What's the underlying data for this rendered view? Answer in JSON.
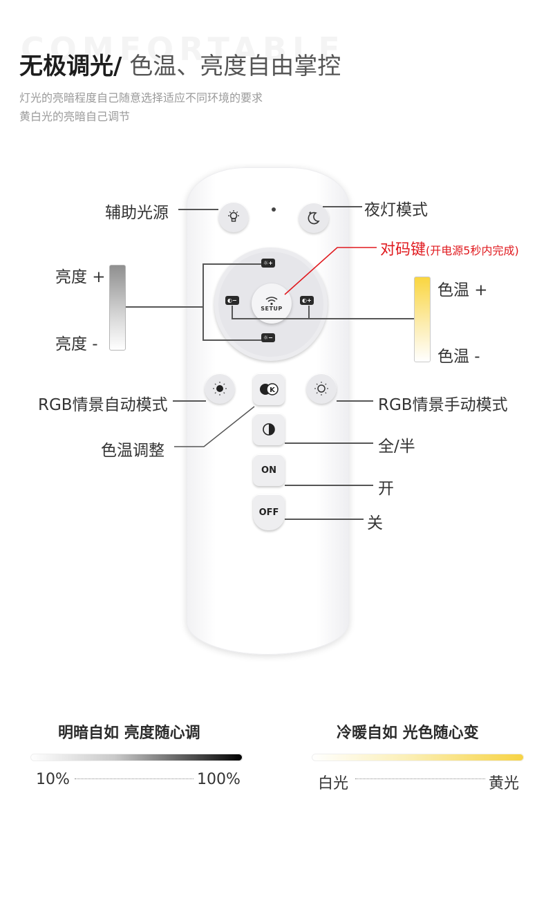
{
  "header": {
    "watermark": "COMFORTABLE",
    "title_bold": "无极调光/",
    "title_light": " 色温、亮度自由掌控",
    "subtitle_1": "灯光的亮暗程度自己随意选择适应不同环境的要求",
    "subtitle_2": "黄白光的亮暗自己调节"
  },
  "labels": {
    "aux_light": "辅助光源",
    "night_mode": "夜灯模式",
    "pairing": "对码键",
    "pairing_note": "(开电源5秒内完成)",
    "brightness_plus": "亮度 +",
    "brightness_minus": "亮度 -",
    "color_temp_plus": "色温 +",
    "color_temp_minus": "色温 -",
    "rgb_auto": "RGB情景自动模式",
    "rgb_manual": "RGB情景手动模式",
    "color_temp_adjust": "色温调整",
    "full_half": "全/半",
    "on_label": "开",
    "off_label": "关"
  },
  "remote": {
    "setup_label": "SETUP",
    "on_button": "ON",
    "off_button": "OFF",
    "k_button": "K"
  },
  "bottom": {
    "left_caption": "明暗自如 亮度随心调",
    "right_caption": "冷暖自如 光色随心变",
    "left_start": "10%",
    "left_end": "100%",
    "right_start": "白光",
    "right_end": "黄光"
  },
  "colors": {
    "accent_red": "#e0191e",
    "warm_yellow": "#f7d344"
  }
}
